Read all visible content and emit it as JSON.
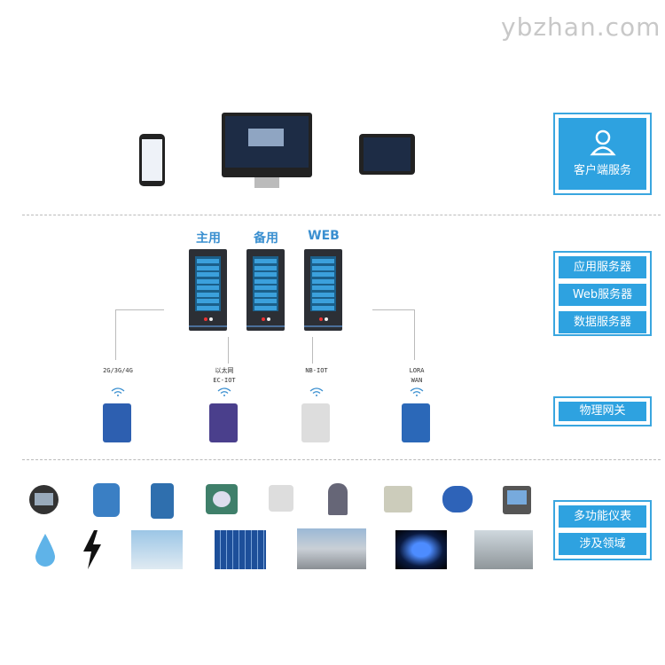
{
  "watermark": "ybzhan.com",
  "layers": {
    "client": {
      "label": "客户端服务",
      "icon": "user-icon"
    },
    "servers": {
      "items": [
        "应用服务器",
        "Web服务器",
        "数据服务器"
      ]
    },
    "gateway": {
      "label": "物理网关"
    },
    "meters": {
      "items": [
        "多功能仪表",
        "涉及领域"
      ]
    }
  },
  "servers": [
    {
      "label": "主用"
    },
    {
      "label": "备用"
    },
    {
      "label": "WEB"
    }
  ],
  "gateways": [
    {
      "line1": "2G/3G/4G",
      "line2": ""
    },
    {
      "line1": "以太网",
      "line2": "EC-IOT"
    },
    {
      "line1": "NB-IOT",
      "line2": ""
    },
    {
      "line1": "LORA",
      "line2": "WAN"
    }
  ],
  "colors": {
    "accent": "#2ea2e0",
    "border": "#3aa6df",
    "server": "#2c2f35"
  }
}
